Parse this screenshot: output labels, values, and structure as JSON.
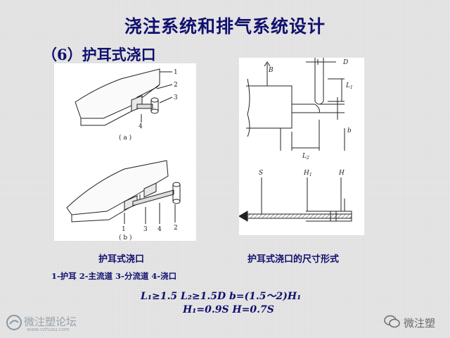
{
  "title": "浇注系统和排气系统设计",
  "subtitle": "（6）护耳式浇口",
  "left_figure": {
    "callouts": [
      "1",
      "2",
      "3",
      "4"
    ],
    "caption_a": "( a )",
    "caption_b": "( b )",
    "callouts_b": [
      "1",
      "3",
      "4",
      "2"
    ]
  },
  "right_figure": {
    "labels": {
      "B": "B",
      "D": "D",
      "L1": "L",
      "L1_sub": "1",
      "b": "b",
      "L2": "L",
      "L2_sub": "2",
      "S": "S",
      "H1": "H",
      "H1_sub": "1",
      "H": "H"
    }
  },
  "captions": {
    "left": "护耳式浇口",
    "right": "护耳式浇口的尺寸形式",
    "legend": "1-护耳 2-主流道 3-分流道 4-浇口"
  },
  "formulas": {
    "line1": "L₁≥1.5    L₂≥1.5D     b=(1.5～2)H₁",
    "line2": "H₁=0.9S     H=0.7S"
  },
  "footer": {
    "logo_text": "微注塑论坛",
    "logo_url": "www.vzhusu.com",
    "wechat_text": "微注塑"
  }
}
